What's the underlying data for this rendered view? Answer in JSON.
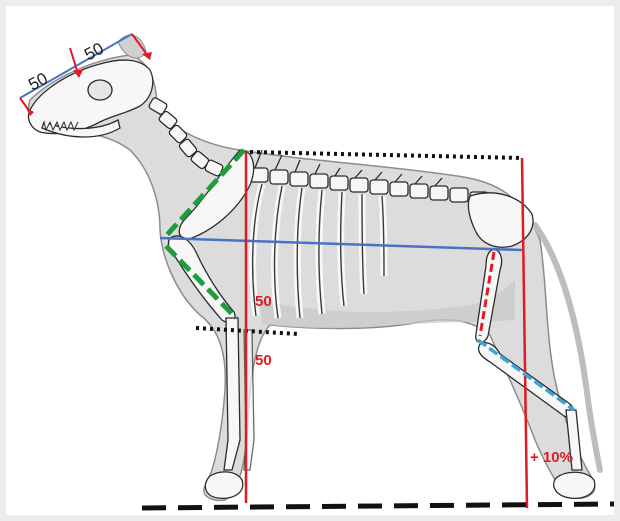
{
  "labels": {
    "skull_left": "50",
    "skull_right": "50",
    "chest_depth": "50",
    "leg_length": "50",
    "rear_height": "+ 10%"
  },
  "colors": {
    "background": "#ececec",
    "canvas": "#ffffff",
    "red": "#e01b24",
    "blue": "#4a72c4",
    "green": "#1e9e3a",
    "cyan": "#3aa6d8",
    "black": "#111111",
    "bone": "#f5f5f5",
    "body_shade": "#d9d9d9"
  },
  "icons": {
    "subject": "dog-skeleton-illustration"
  }
}
